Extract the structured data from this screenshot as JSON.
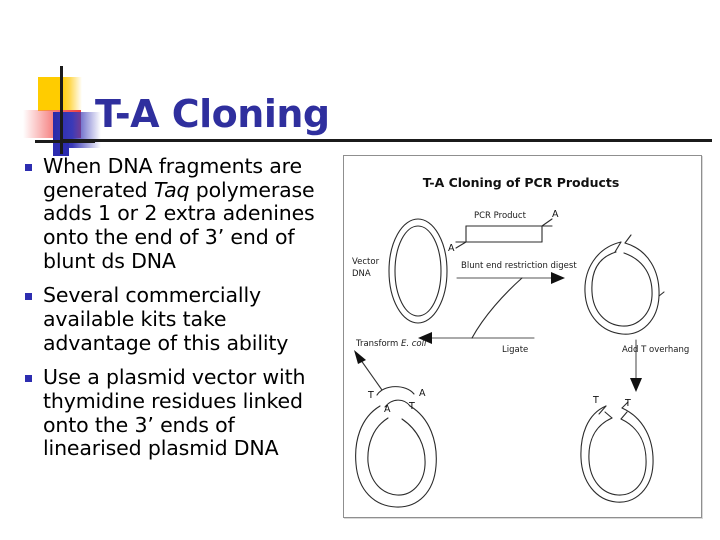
{
  "slide": {
    "title": "T-A Cloning",
    "title_color": "#2f2f9e",
    "background_color": "#ffffff",
    "bullet_marker_color": "#2d2db0",
    "decoration": {
      "yellow": "#ffcc00",
      "red": "#f04040",
      "blue": "#2d2db0",
      "rule": "#1b1b1b"
    }
  },
  "bullets": [
    {
      "pre": "When DNA fragments are generated ",
      "italic": "Taq",
      "post": " polymerase adds 1 or 2 extra adenines onto the end of 3’ end of blunt ds DNA"
    },
    {
      "pre": "Several commercially available kits take advantage of this ability",
      "italic": "",
      "post": ""
    },
    {
      "pre": "Use a plasmid vector with thymidine residues linked onto the 3’ ends of linearised plasmid DNA",
      "italic": "",
      "post": ""
    }
  ],
  "figure": {
    "title": "T-A Cloning of PCR Products",
    "labels": {
      "vector_dna_line1": "Vector",
      "vector_dna_line2": "DNA",
      "blunt_digest": "Blunt end restriction digest",
      "add_t_overhang": "Add T overhang",
      "pcr_product": "PCR Product",
      "ligate": "Ligate",
      "transform_pre": "Transform ",
      "transform_italic": "E. coli",
      "base_a": "A",
      "base_t": "T"
    }
  }
}
